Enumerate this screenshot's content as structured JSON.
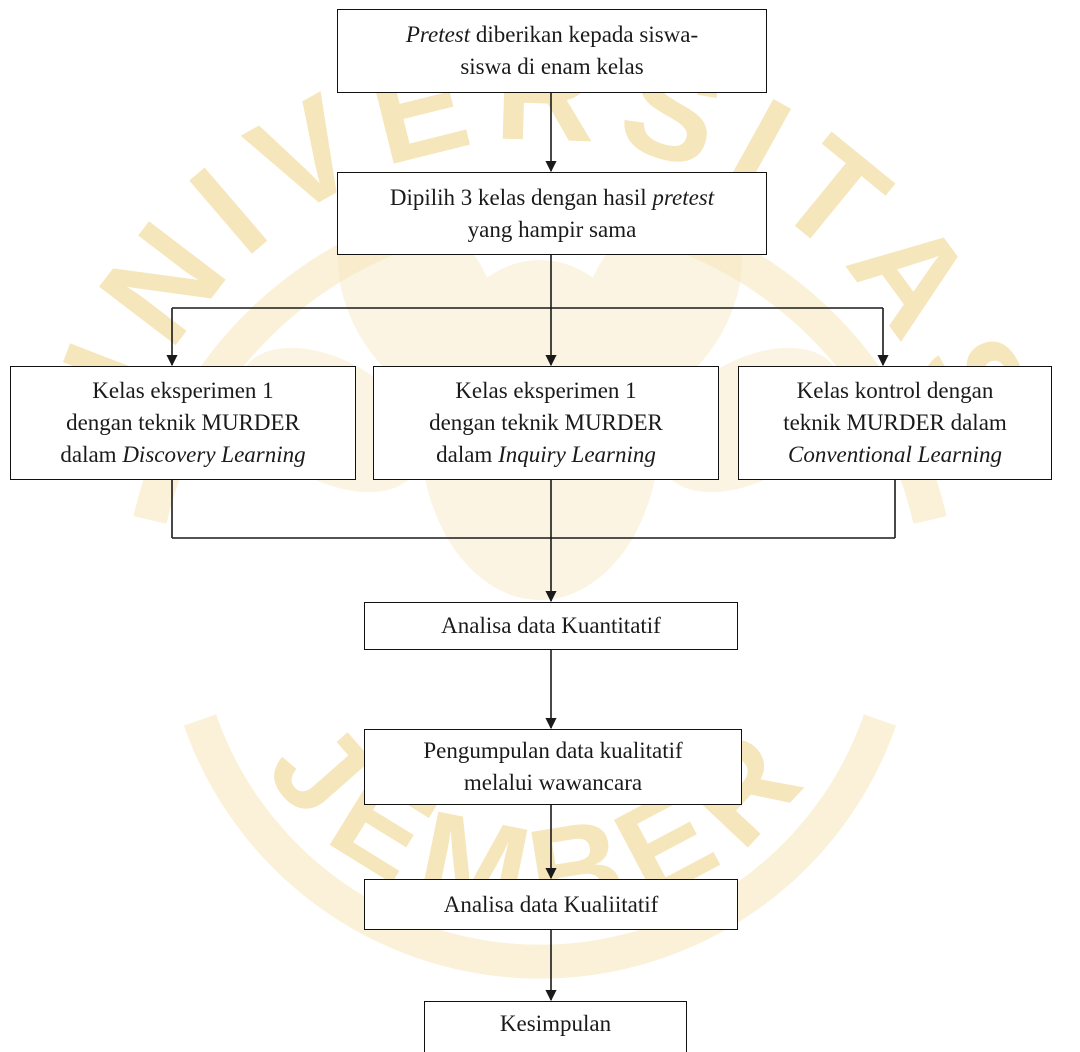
{
  "diagram": {
    "watermark": {
      "text": "UNIVERSITAS JEMBER",
      "color": "#f3dca0"
    },
    "nodes": {
      "pretest": {
        "line1_italic": "Pretest",
        "line1_rest": " diberikan kepada siswa-",
        "line2": "siswa di enam kelas"
      },
      "select": {
        "line1_plain": "Dipilih 3 kelas dengan hasil ",
        "line1_italic": "pretest",
        "line2": "yang hampir sama"
      },
      "exp1": {
        "line1": "Kelas eksperimen 1",
        "line2": "dengan teknik MURDER",
        "line3_plain": "dalam ",
        "line3_italic": "Discovery Learning"
      },
      "exp2": {
        "line1": "Kelas eksperimen 1",
        "line2": "dengan teknik MURDER",
        "line3_plain": "dalam ",
        "line3_italic": "Inquiry Learning"
      },
      "control": {
        "line1": "Kelas kontrol dengan",
        "line2": "teknik MURDER dalam",
        "line3_italic": "Conventional Learning"
      },
      "quant": {
        "label": "Analisa data Kuantitatif"
      },
      "collect": {
        "line1": "Pengumpulan data kualitatif",
        "line2": "melalui wawancara"
      },
      "qual": {
        "label": "Analisa data Kualiitatif"
      },
      "conclusion": {
        "label": "Kesimpulan"
      }
    }
  }
}
